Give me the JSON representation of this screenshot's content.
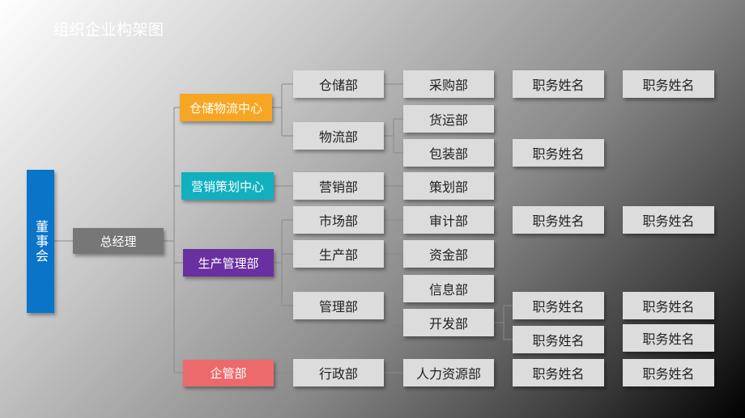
{
  "title": "组织企业构架图",
  "colors": {
    "board": "#0a74c8",
    "gm": "#777777",
    "logistics": "#f6a623",
    "marketing": "#10b0bf",
    "production": "#6a2fa0",
    "enterprise": "#ec6a6c",
    "box": "#dcdcdc"
  },
  "board": "董事会",
  "gm": "总经理",
  "centers": {
    "logistics": "仓储物流中心",
    "marketing": "营销策划中心",
    "production": "生产管理部",
    "enterprise": "企管部"
  },
  "departments": {
    "warehouse": "仓储部",
    "logistics": "物流部",
    "marketing": "营销部",
    "market": "市场部",
    "production": "生产部",
    "management": "管理部",
    "admin": "行政部"
  },
  "subdepartments": {
    "purchasing": "采购部",
    "freight": "货运部",
    "packaging": "包装部",
    "planning": "策划部",
    "audit": "审计部",
    "finance": "资金部",
    "information": "信息部",
    "development": "开发部",
    "hr": "人力资源部"
  },
  "positions": {
    "p1": "职务姓名",
    "p2": "职务姓名",
    "p3": "职务姓名",
    "p4": "职务姓名",
    "p5": "职务姓名",
    "p6": "职务姓名",
    "p7": "职务姓名",
    "p8": "职务姓名",
    "p9": "职务姓名",
    "p10": "职务姓名",
    "p11": "职务姓名"
  }
}
